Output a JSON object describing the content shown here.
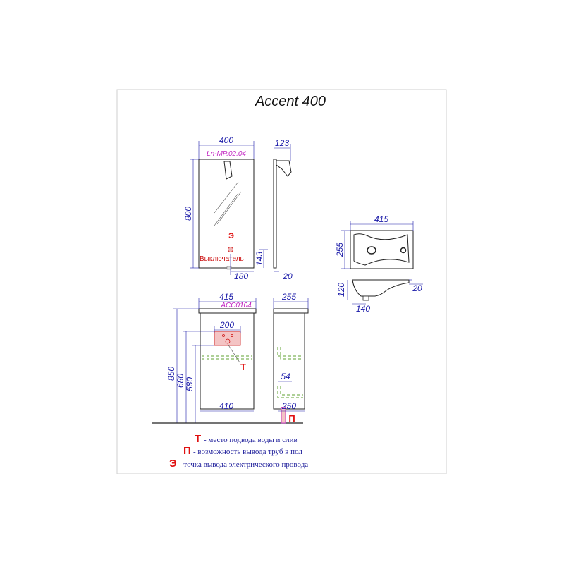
{
  "title": "Accent 400",
  "mirror": {
    "code": "Ln-MP.02.04",
    "width": "400",
    "height": "800",
    "depth": "123",
    "switch_offset_x": "180",
    "switch_offset_y": "143",
    "bottom_depth": "20",
    "switch_label": "Выключатель",
    "switch_letter": "Э"
  },
  "basin": {
    "width": "415",
    "depth": "255",
    "height": "120",
    "drain_offset": "140",
    "rim": "20"
  },
  "cabinet": {
    "code": "ACC0104",
    "width": "415",
    "depth": "255",
    "height": "850",
    "height2": "680",
    "height3": "580",
    "inner_width": "410",
    "inner_depth": "250",
    "pipe_zone_width": "200",
    "shelf_height": "54",
    "water_letter": "Т",
    "floor_letter": "П"
  },
  "legend": [
    {
      "letter": "Т",
      "text": "- место подвода воды и слив"
    },
    {
      "letter": "П",
      "text": "- возможность вывода труб в пол"
    },
    {
      "letter": "Э",
      "text": "-  точка вывода электрического провода"
    }
  ],
  "colors": {
    "dimension": "#1a1aa8",
    "code": "#c020c0",
    "marker": "#e01010",
    "service_zone": "#f0b8b8",
    "pipe_route": "#5fa030"
  }
}
